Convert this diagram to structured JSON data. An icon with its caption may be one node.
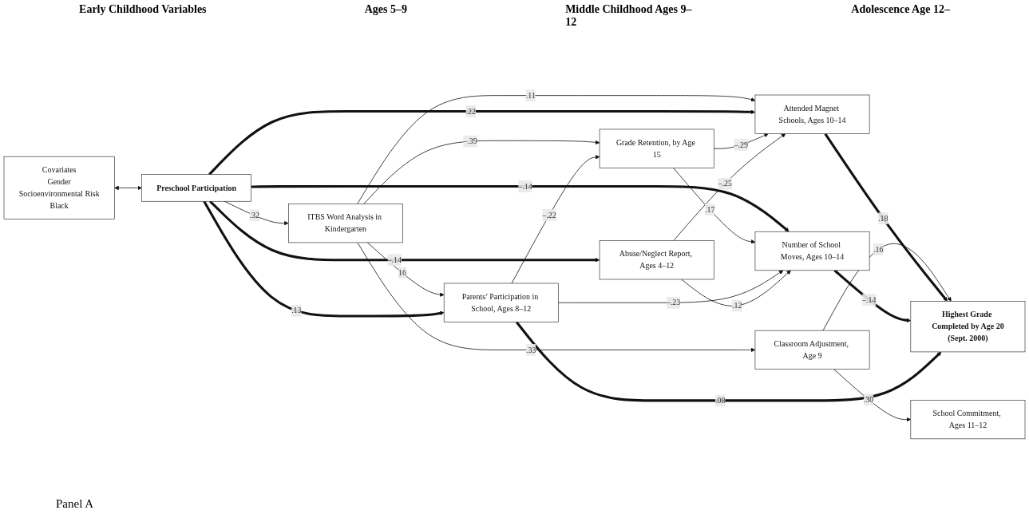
{
  "diagram": {
    "nodes": [
      {
        "text": [
          "Covariates",
          "Gender",
          "Socioenvironmental Risk",
          "Black"
        ]
      },
      {
        "text": [
          "Preschool Participation"
        ]
      },
      {
        "text": [
          "ITBS Word Analysis in Kindergarten"
        ]
      },
      {
        "text": [
          "Grade Retention, by Age 15"
        ]
      },
      {
        "text": [
          "Attended Magnet Schools, Ages 10–14"
        ]
      },
      {
        "text": [
          "Number of School Moves, Ages 10–14"
        ]
      },
      {
        "text": [
          "Classroom Adjustment, Age 9"
        ]
      },
      {
        "text": [
          "Parents’ Participation in School, Ages 8–12"
        ]
      },
      {
        "text": [
          "School Commitment, Ages 11–12"
        ]
      },
      {
        "text": [
          "Abuse/Neglect Report, Ages 4–12"
        ]
      },
      {
        "text": [
          "Highest Grade Completed by Age 20",
          "(Sept. 2000)"
        ]
      }
    ],
    "edges": [
      {
        "from": 0,
        "to": 1,
        "arrow": "both"
      },
      {
        "from": 1,
        "to": 2,
        "arrow": "to",
        "label": ".32"
      },
      {
        "from": 2,
        "to": 3,
        "arrow": "to",
        "label": "–.39"
      },
      {
        "from": 2,
        "to": 4,
        "arrow": "to",
        "label": ".11"
      },
      {
        "from": 2,
        "to": 6,
        "arrow": "to",
        "label": ".33"
      },
      {
        "from": 2,
        "to": 7,
        "arrow": "to",
        "label": "16"
      },
      {
        "from": 1,
        "to": 4,
        "arrow": "to",
        "label": ".22",
        "style": "thick"
      },
      {
        "from": 1,
        "to": 5,
        "arrow": "to",
        "label": "–.14",
        "style": "thick"
      },
      {
        "from": 1,
        "to": 7,
        "arrow": "to",
        "label": ".13",
        "style": "thick"
      },
      {
        "from": 1,
        "to": 9,
        "arrow": "to",
        "label": "–.14",
        "style": "thick"
      },
      {
        "from": 3,
        "to": 4,
        "arrow": "to",
        "label": "–.29"
      },
      {
        "from": 3,
        "to": 5,
        "arrow": "to",
        "label": ".17"
      },
      {
        "from": 7,
        "to": 3,
        "arrow": "to",
        "label": "–.22"
      },
      {
        "from": 9,
        "to": 4,
        "arrow": "to",
        "label": "–.25"
      },
      {
        "from": 7,
        "to": 5,
        "arrow": "to",
        "label": "–.23"
      },
      {
        "from": 9,
        "to": 5,
        "arrow": "to",
        "label": ".12"
      },
      {
        "from": 6,
        "to": 10,
        "arrow": "to",
        "label": ".16"
      },
      {
        "from": 6,
        "to": 8,
        "arrow": "to",
        "label": ".30"
      },
      {
        "from": 4,
        "to": 10,
        "arrow": "to",
        "label": ".18",
        "style": "thick"
      },
      {
        "from": 5,
        "to": 10,
        "arrow": "to",
        "label": "–.14",
        "style": "thick"
      },
      {
        "from": 7,
        "to": 10,
        "arrow": "to",
        "label": ".08",
        "style": "thick"
      }
    ],
    "labels": [
      "Early Childhood Variables",
      "Ages 5–9",
      "Middle Childhood Ages 9–12",
      "Adolescence Age 12–",
      "Panel A"
    ]
  }
}
